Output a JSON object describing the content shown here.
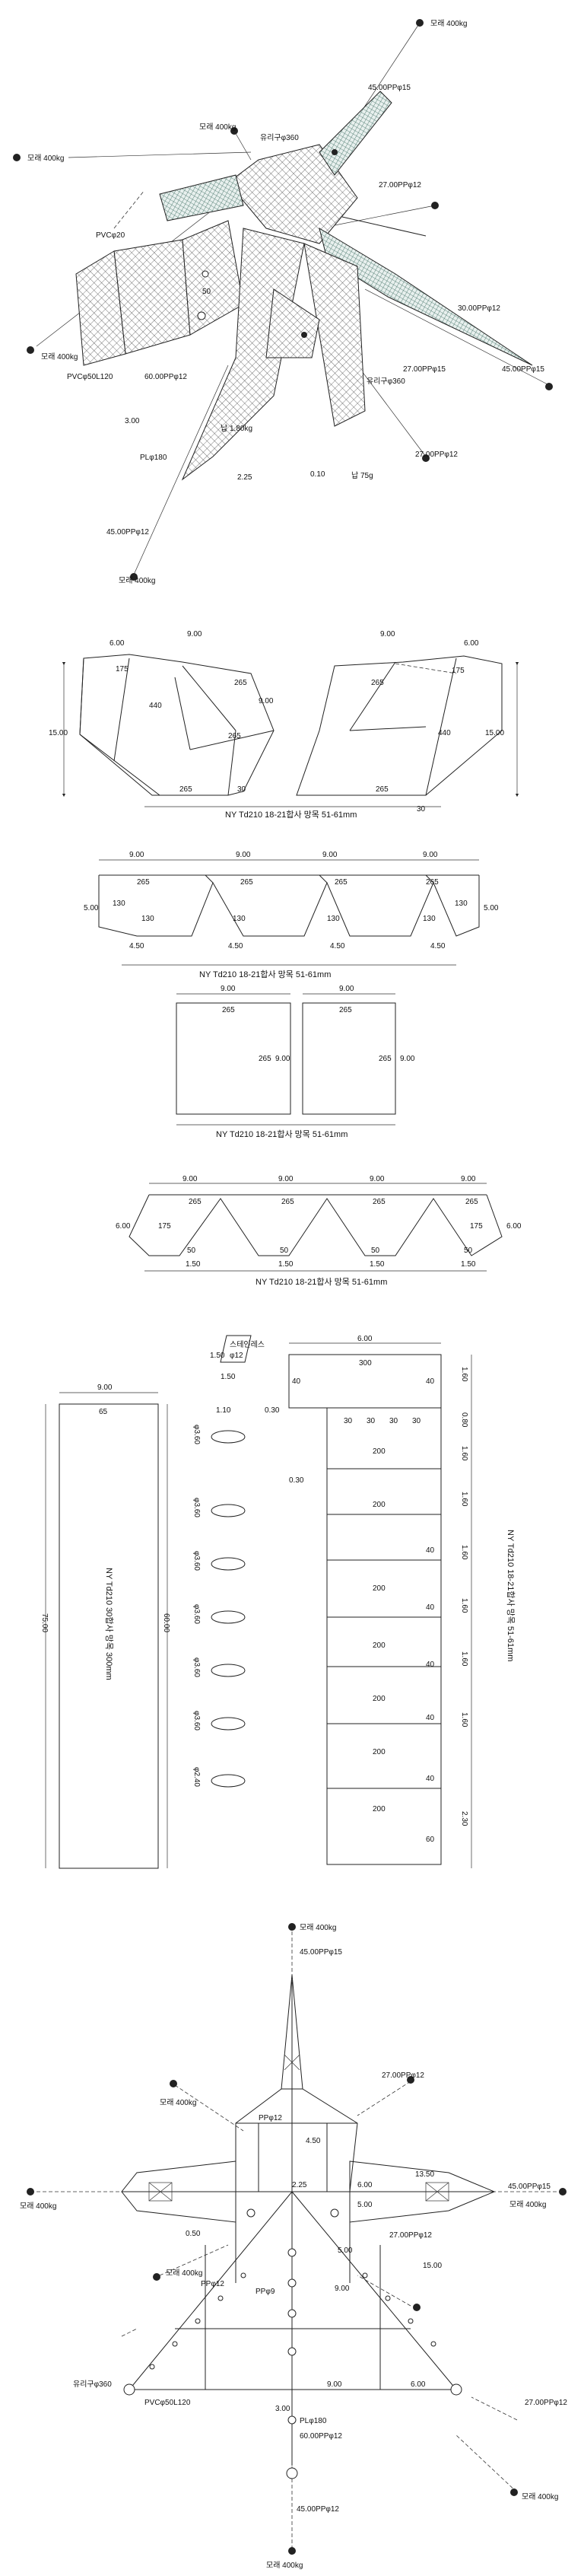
{
  "section1": {
    "labels": {
      "anchor_top": "모래 400kg",
      "rope_top": "45.00PPφ15",
      "anchor_tl": "모래 400kg",
      "float_tl": "유리구φ360",
      "anchor_left": "모래 400kg",
      "rope_r1": "27.00PPφ12",
      "pvc20": "PVCφ20",
      "rope_r2": "30.00PPφ12",
      "anchor_left2": "모래 400kg",
      "pvc50": "PVCφ50L120",
      "rope_mid": "60.00PPφ12",
      "rope_r3": "27.00PPφ15",
      "rope_r4": "45.00PPφ15",
      "float_mid": "유리구φ360",
      "dim_300": "3.00",
      "lead_180": "납 1.80kg",
      "pl180": "PLφ180",
      "dim_225": "2.25",
      "rope_r5": "27.00PPφ12",
      "dim_010": "0.10",
      "lead_75": "납 75g",
      "rope_bottom": "45.00PPφ12",
      "anchor_bottom": "모래 400kg",
      "dim_50": "50"
    }
  },
  "section2": {
    "net_text": "NY Td210 18-21합사 망목 51-61mm",
    "d600": "6.00",
    "d900": "9.00",
    "d175": "175",
    "d265": "265",
    "d440": "440",
    "d1500": "15.00",
    "d30": "30"
  },
  "section3": {
    "net_text": "NY Td210 18-21합사 망목 51-61mm",
    "d900": "9.00",
    "d265": "265",
    "d130": "130",
    "d500": "5.00",
    "d450": "4.50"
  },
  "section4": {
    "net_text": "NY Td210 18-21합사 망목 51-61mm",
    "d900": "9.00",
    "d265": "265"
  },
  "section5": {
    "net_text": "NY Td210 18-21합사 망목 51-61mm",
    "d900": "9.00",
    "d265": "265",
    "d175": "175",
    "d600": "6.00",
    "d50": "50",
    "d150": "1.50"
  },
  "section6": {
    "long_net_text": "NY Td210 30합사 망목 300mm",
    "tall_net_text": "NY Td210 18-21합사 망목 51-61mm",
    "d900": "9.00",
    "d65": "65",
    "d7500": "75.00",
    "d6000": "60.00",
    "stainless": "스테인레스",
    "stainless_dia": "φ12",
    "d150": "1.50",
    "d110": "1.10",
    "d600": "6.00",
    "d300": "300",
    "d40": "40",
    "d030": "0.30",
    "d30": "30",
    "d200": "200",
    "d60": "60",
    "hoops": [
      "φ3.60",
      "φ3.60",
      "φ3.60",
      "φ3.60",
      "φ3.60",
      "φ3.60",
      "φ2.40"
    ],
    "side_dims": [
      "1.60",
      "0.80",
      "1.60",
      "1.60",
      "1.60",
      "1.60",
      "1.60",
      "1.60",
      "2.30"
    ]
  },
  "section7": {
    "labels": {
      "anchor_top": "모래 400kg",
      "rope_top": "45.00PPφ15",
      "rope_tr": "27.00PPφ12",
      "anchor_tl": "모래 400kg",
      "pp12_a": "PPφ12",
      "d450": "4.50",
      "d1350": "13.50",
      "rope_right": "45.00PPφ15",
      "anchor_right": "모래 400kg",
      "anchor_left": "모래 400kg",
      "d225": "2.25",
      "d600": "6.00",
      "d500": "5.00",
      "d050": "0.50",
      "rope_r2": "27.00PPφ12",
      "anchor_ml": "모래 400kg",
      "pp12_b": "PPφ12",
      "pp9": "PPφ9",
      "d500b": "5.00",
      "d1500": "15.00",
      "d900": "9.00",
      "float": "유리구φ360",
      "pvc50": "PVCφ50L120",
      "d900b": "9.00",
      "d600b": "6.00",
      "d300": "3.00",
      "pl180": "PLφ180",
      "rope_mid": "60.00PPφ12",
      "rope_br": "27.00PPφ12",
      "anchor_br": "모래 400kg",
      "rope_bottom": "45.00PPφ12",
      "anchor_bottom": "모래 400kg"
    }
  }
}
